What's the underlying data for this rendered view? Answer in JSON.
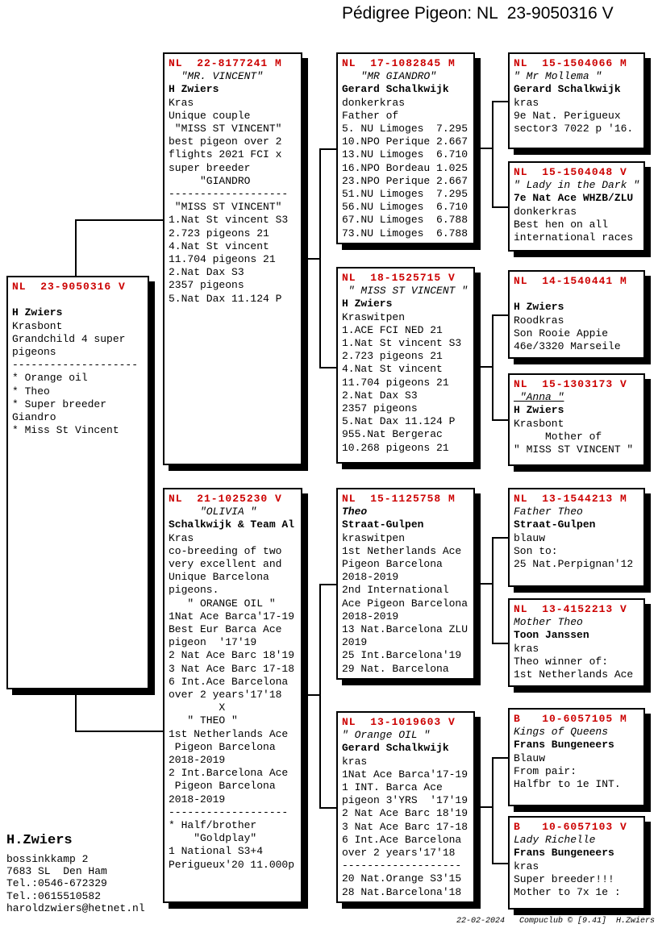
{
  "title": "Pédigree Pigeon: NL  23-9050316 V",
  "colors": {
    "ring_red": "#cc0000",
    "line_black": "#000000"
  },
  "footer": {
    "text": "22-02-2024   Compuclub © [9.41]  H.Zwiers"
  },
  "contact": {
    "name": "H.Zwiers",
    "lines": [
      "bossinkkamp 2",
      "7683 SL  Den Ham",
      "Tel.:0546-672329",
      "Tel.:0615510582",
      "haroldzwiers@hetnet.nl"
    ]
  },
  "pedigree": {
    "subject": {
      "ring": "NL  23-9050316 V",
      "lines": [
        [
          "r",
          "NL  23-9050316 V"
        ],
        [
          "",
          ""
        ],
        [
          "b",
          "H Zwiers"
        ],
        [
          "",
          "Krasbont"
        ],
        [
          "",
          "Grandchild 4 super"
        ],
        [
          "",
          "pigeons"
        ],
        [
          "",
          "--------------------"
        ],
        [
          "",
          "* Orange oil"
        ],
        [
          "",
          "* Theo"
        ],
        [
          "",
          "* Super breeder"
        ],
        [
          "",
          "Giandro"
        ],
        [
          "",
          "* Miss St Vincent"
        ]
      ]
    },
    "father": {
      "ring": "NL  22-8177241 M",
      "lines": [
        [
          "r",
          "NL  22-8177241 M"
        ],
        [
          "i",
          "  \"MR. VINCENT\""
        ],
        [
          "b",
          "H Zwiers"
        ],
        [
          "",
          "Kras"
        ],
        [
          "",
          "Unique couple"
        ],
        [
          "",
          " \"MISS ST VINCENT\""
        ],
        [
          "",
          "best pigeon over 2"
        ],
        [
          "",
          "flights 2021 FCI x"
        ],
        [
          "",
          "super breeder"
        ],
        [
          "",
          "     \"GIANDRO"
        ],
        [
          "",
          "-------------------"
        ],
        [
          "",
          " \"MISS ST VINCENT\""
        ],
        [
          "",
          "1.Nat St vincent S3"
        ],
        [
          "",
          "2.723 pigeons 21"
        ],
        [
          "",
          "4.Nat St vincent"
        ],
        [
          "",
          "11.704 pigeons 21"
        ],
        [
          "",
          "2.Nat Dax S3"
        ],
        [
          "",
          "2357 pigeons"
        ],
        [
          "",
          "5.Nat Dax 11.124 P"
        ]
      ]
    },
    "mother": {
      "ring": "NL  21-1025230 V",
      "lines": [
        [
          "r",
          "NL  21-1025230 V"
        ],
        [
          "i",
          "     \"OLIVIA \""
        ],
        [
          "b",
          "Schalkwijk & Team Al"
        ],
        [
          "",
          "Kras"
        ],
        [
          "",
          "co-breeding of two"
        ],
        [
          "",
          "very excellent and"
        ],
        [
          "",
          "Unique Barcelona"
        ],
        [
          "",
          "pigeons."
        ],
        [
          "",
          "   \" ORANGE OIL \""
        ],
        [
          "",
          "1Nat Ace Barca'17-19"
        ],
        [
          "",
          "Best Eur Barca Ace"
        ],
        [
          "",
          "pigeon  '17'19"
        ],
        [
          "",
          "2 Nat Ace Barc 18'19"
        ],
        [
          "",
          "3 Nat Ace Barc 17-18"
        ],
        [
          "",
          "6 Int.Ace Barcelona"
        ],
        [
          "",
          "over 2 years'17'18"
        ],
        [
          "",
          "        X"
        ],
        [
          "",
          "   \" THEO \""
        ],
        [
          "",
          "1st Netherlands Ace"
        ],
        [
          "",
          " Pigeon Barcelona"
        ],
        [
          "",
          "2018-2019"
        ],
        [
          "",
          "2 Int.Barcelona Ace"
        ],
        [
          "",
          " Pigeon Barcelona"
        ],
        [
          "",
          "2018-2019"
        ],
        [
          "",
          "-------------------"
        ],
        [
          "",
          "* Half/brother"
        ],
        [
          "",
          "    \"Goldplay\""
        ],
        [
          "",
          "1 National S3+4"
        ],
        [
          "",
          "Perigueux'20 11.000p"
        ]
      ]
    },
    "father_father": {
      "ring": "NL  17-1082845 M",
      "lines": [
        [
          "r",
          "NL  17-1082845 M"
        ],
        [
          "i",
          "   \"MR GIANDRO\""
        ],
        [
          "b",
          "Gerard Schalkwijk"
        ],
        [
          "",
          "donkerkras"
        ],
        [
          "",
          "Father of"
        ],
        [
          "",
          "5. NU Limoges  7.295"
        ],
        [
          "",
          "10.NPO Perique 2.667"
        ],
        [
          "",
          "13.NU Limoges  6.710"
        ],
        [
          "",
          "16.NPO Bordeau 1.025"
        ],
        [
          "",
          "23.NPO Perique 2.667"
        ],
        [
          "",
          "51.NU Limoges  7.295"
        ],
        [
          "",
          "56.NU Limoges  6.710"
        ],
        [
          "",
          "67.NU Limoges  6.788"
        ],
        [
          "",
          "73.NU Limoges  6.788"
        ]
      ]
    },
    "father_mother": {
      "ring": "NL  18-1525715 V",
      "lines": [
        [
          "r",
          "NL  18-1525715 V"
        ],
        [
          "i",
          " \" MISS ST VINCENT \""
        ],
        [
          "b",
          "H Zwiers"
        ],
        [
          "",
          "Kraswitpen"
        ],
        [
          "",
          "1.ACE FCI NED 21"
        ],
        [
          "",
          "1.Nat St vincent S3"
        ],
        [
          "",
          "2.723 pigeons 21"
        ],
        [
          "",
          "4.Nat St vincent"
        ],
        [
          "",
          "11.704 pigeons 21"
        ],
        [
          "",
          "2.Nat Dax S3"
        ],
        [
          "",
          "2357 pigeons"
        ],
        [
          "",
          "5.Nat Dax 11.124 P"
        ],
        [
          "",
          "955.Nat Bergerac"
        ],
        [
          "",
          "10.268 pigeons 21"
        ]
      ]
    },
    "mother_father": {
      "ring": "NL  15-1125758 M",
      "lines": [
        [
          "r",
          "NL  15-1125758 M"
        ],
        [
          "bi",
          "Theo"
        ],
        [
          "b",
          "Straat-Gulpen"
        ],
        [
          "",
          "kraswitpen"
        ],
        [
          "",
          "1st Netherlands Ace"
        ],
        [
          "",
          "Pigeon Barcelona"
        ],
        [
          "",
          "2018-2019"
        ],
        [
          "",
          "2nd International"
        ],
        [
          "",
          "Ace Pigeon Barcelona"
        ],
        [
          "",
          "2018-2019"
        ],
        [
          "",
          "13 Nat.Barcelona ZLU"
        ],
        [
          "",
          "2019"
        ],
        [
          "",
          "25 Int.Barcelona'19"
        ],
        [
          "",
          "29 Nat. Barcelona"
        ]
      ]
    },
    "mother_mother": {
      "ring": "NL  13-1019603 V",
      "lines": [
        [
          "r",
          "NL  13-1019603 V"
        ],
        [
          "i",
          "\" Orange OIL \""
        ],
        [
          "b",
          "Gerard Schalkwijk"
        ],
        [
          "",
          "kras"
        ],
        [
          "",
          "1Nat Ace Barca'17-19"
        ],
        [
          "",
          "1 INT. Barca Ace"
        ],
        [
          "",
          "pigeon 3'YRS  '17'19"
        ],
        [
          "",
          "2 Nat Ace Barc 18'19"
        ],
        [
          "",
          "3 Nat Ace Barc 17-18"
        ],
        [
          "",
          "6 Int.Ace Barcelona"
        ],
        [
          "",
          "over 2 years'17'18"
        ],
        [
          "",
          "-------------------"
        ],
        [
          "",
          "20 Nat.Orange S3'15"
        ],
        [
          "",
          "28 Nat.Barcelona'18"
        ]
      ]
    },
    "ff_father": {
      "ring": "NL  15-1504066 M",
      "lines": [
        [
          "r",
          "NL  15-1504066 M"
        ],
        [
          "i",
          "\" Mr Mollema \""
        ],
        [
          "b",
          "Gerard Schalkwijk"
        ],
        [
          "",
          "kras"
        ],
        [
          "",
          "9e Nat. Perigueux"
        ],
        [
          "",
          "sector3 7022 p '16."
        ]
      ]
    },
    "ff_mother": {
      "ring": "NL  15-1504048 V",
      "lines": [
        [
          "r",
          "NL  15-1504048 V"
        ],
        [
          "i",
          "\" Lady in the Dark \""
        ],
        [
          "b",
          "7e Nat Ace WHZB/ZLU"
        ],
        [
          "",
          "donkerkras"
        ],
        [
          "",
          "Best hen on all"
        ],
        [
          "",
          "international races"
        ]
      ]
    },
    "fm_father": {
      "ring": "NL  14-1540441 M",
      "lines": [
        [
          "r",
          "NL  14-1540441 M"
        ],
        [
          "",
          ""
        ],
        [
          "b",
          "H Zwiers"
        ],
        [
          "",
          "Roodkras"
        ],
        [
          "",
          "Son Rooie Appie"
        ],
        [
          "",
          "46e/3320 Marseile"
        ]
      ]
    },
    "fm_mother": {
      "ring": "NL  15-1303173 V",
      "lines": [
        [
          "r",
          "NL  15-1303173 V"
        ],
        [
          "u",
          " \"Anna \""
        ],
        [
          "b",
          "H Zwiers"
        ],
        [
          "",
          "Krasbont"
        ],
        [
          "",
          "     Mother of"
        ],
        [
          "",
          "\" MISS ST VINCENT \""
        ]
      ]
    },
    "mf_father": {
      "ring": "NL  13-1544213 M",
      "lines": [
        [
          "r",
          "NL  13-1544213 M"
        ],
        [
          "i",
          "Father Theo"
        ],
        [
          "b",
          "Straat-Gulpen"
        ],
        [
          "",
          "blauw"
        ],
        [
          "",
          "Son to:"
        ],
        [
          "",
          "25 Nat.Perpignan'12"
        ]
      ]
    },
    "mf_mother": {
      "ring": "NL  13-4152213 V",
      "lines": [
        [
          "r",
          "NL  13-4152213 V"
        ],
        [
          "i",
          "Mother Theo"
        ],
        [
          "b",
          "Toon Janssen"
        ],
        [
          "",
          "kras"
        ],
        [
          "",
          "Theo winner of:"
        ],
        [
          "",
          "1st Netherlands Ace"
        ]
      ]
    },
    "mm_father": {
      "ring": "B   10-6057105 M",
      "lines": [
        [
          "r",
          "B   10-6057105 M"
        ],
        [
          "i",
          "Kings of Queens"
        ],
        [
          "b",
          "Frans Bungeneers"
        ],
        [
          "",
          "Blauw"
        ],
        [
          "",
          "From pair:"
        ],
        [
          "",
          "Halfbr to 1e INT."
        ]
      ]
    },
    "mm_mother": {
      "ring": "B   10-6057103 V",
      "lines": [
        [
          "r",
          "B   10-6057103 V"
        ],
        [
          "i",
          "Lady Richelle"
        ],
        [
          "b",
          "Frans Bungeneers"
        ],
        [
          "",
          "kras"
        ],
        [
          "",
          "Super breeder!!!"
        ],
        [
          "",
          "Mother to 7x 1e :"
        ]
      ]
    }
  }
}
